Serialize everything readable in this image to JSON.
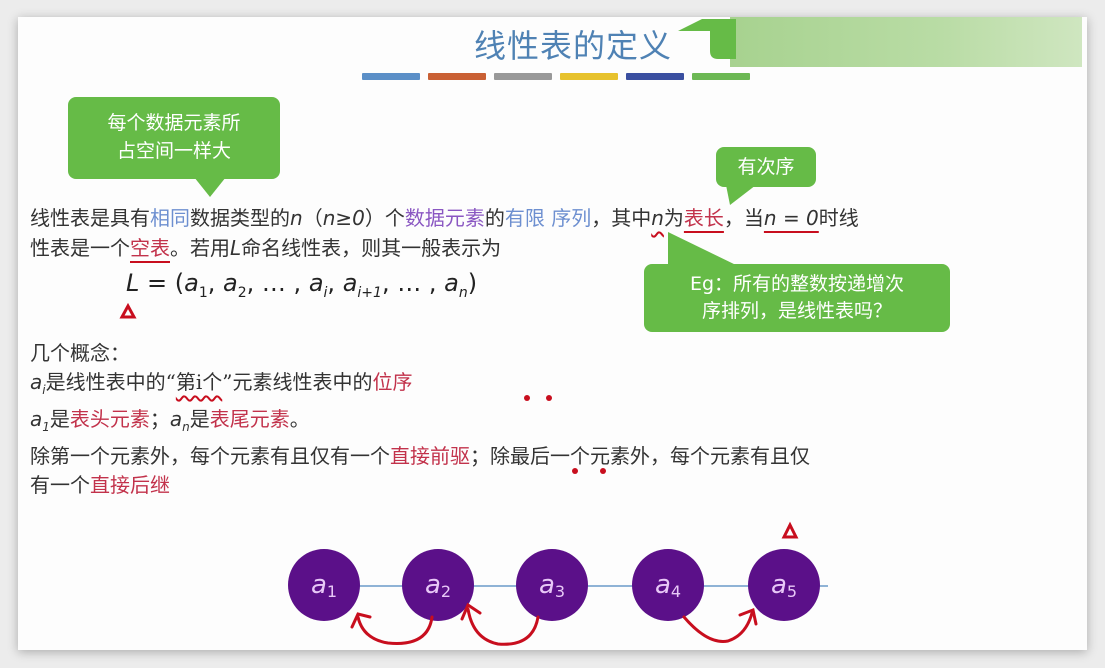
{
  "slide": {
    "title": "线性表的定义",
    "color_bars": [
      "#5b8fc7",
      "#c96034",
      "#999999",
      "#e7c22d",
      "#3a4fa0",
      "#6cb854"
    ],
    "accent_green": "#66bb47",
    "node_color": "#5b1089"
  },
  "callouts": {
    "element_size": "每个数据元素所占空间一样大",
    "element_size_line1": "每个数据元素所",
    "element_size_line2": "占空间一样大",
    "ordered": "有次序",
    "example_line1": "Eg：所有的整数按递增次",
    "example_line2": "序排列，是线性表吗？"
  },
  "definition": {
    "p1": {
      "t1": "线性表是具有",
      "same": "相同",
      "t2": "数据类型的",
      "n1": "n",
      "t3": "（",
      "n2": "n≥0",
      "t4": "）个",
      "data_elements": "数据元素",
      "t5": "的",
      "finite": "有限",
      "sequence": " 序列",
      "t6": "，其中",
      "n3": "n",
      "t7": "为",
      "length": "表长",
      "t8": "，当",
      "n_zero": "n = 0",
      "t9": "时线"
    },
    "p2": {
      "t1": "性表是一个",
      "empty": "空表",
      "t2": "。若用",
      "L": "L",
      "t3": "命名线性表，则其一般表示为"
    }
  },
  "formula": {
    "L": "L",
    "eq": " = (",
    "a": "a",
    "s1": "1",
    "s2": "2",
    "si": "i",
    "si1": "i+1",
    "sn": "n",
    "comma": ", ",
    "ellipsis": "… , ",
    "close": ")"
  },
  "concepts": {
    "heading": "几个概念：",
    "line1": {
      "a": "a",
      "sub": "i",
      "t1": "是线性表中的“",
      "ith": "第i个",
      "t2": "”元素线性表中的",
      "order": "位序"
    },
    "line2": {
      "a1": "a",
      "sub1": "1",
      "t1": "是",
      "head": "表头元素",
      "t2": "；",
      "an": "a",
      "subn": "n",
      "t3": "是",
      "tail": "表尾元素",
      "t4": "。"
    },
    "line3": {
      "t1": "除第一个元素外，每个元素有且仅有一个",
      "pred": "直接前驱",
      "t2": "；除最后一个元素外，每个元素有且仅"
    },
    "line4": {
      "t1": "有一个",
      "succ": "直接后继"
    }
  },
  "diagram": {
    "nodes": [
      {
        "label": "a",
        "sub": "1"
      },
      {
        "label": "a",
        "sub": "2"
      },
      {
        "label": "a",
        "sub": "3"
      },
      {
        "label": "a",
        "sub": "4"
      },
      {
        "label": "a",
        "sub": "5"
      }
    ]
  }
}
